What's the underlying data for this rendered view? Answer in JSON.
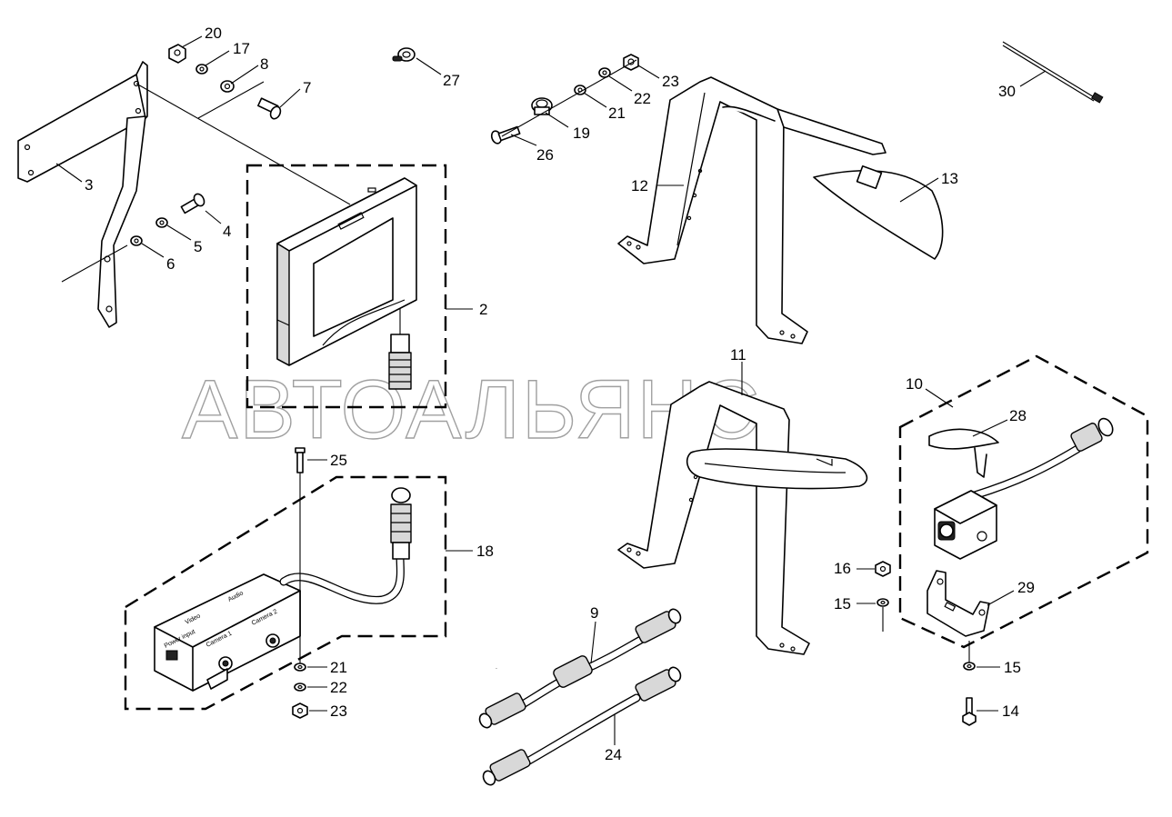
{
  "watermark": "АВТОАЛЬЯНС",
  "callouts": {
    "c20": "20",
    "c17": "17",
    "c8": "8",
    "c7": "7",
    "c3": "3",
    "c4": "4",
    "c5": "5",
    "c6": "6",
    "c2": "2",
    "c27": "27",
    "c23a": "23",
    "c22a": "22",
    "c21a": "21",
    "c19": "19",
    "c26": "26",
    "c12": "12",
    "c13": "13",
    "c30": "30",
    "c11": "11",
    "c10": "10",
    "c28": "28",
    "c25": "25",
    "c18": "18",
    "c21b": "21",
    "c22b": "22",
    "c23b": "23",
    "c9": "9",
    "c24": "24",
    "c16": "16",
    "c15a": "15",
    "c29": "29",
    "c15b": "15",
    "c14": "14"
  },
  "control_box_labels": {
    "video": "Video",
    "audio": "Audio",
    "power_input": "Power input",
    "camera1": "Camera 1",
    "camera2": "Camera 2"
  }
}
